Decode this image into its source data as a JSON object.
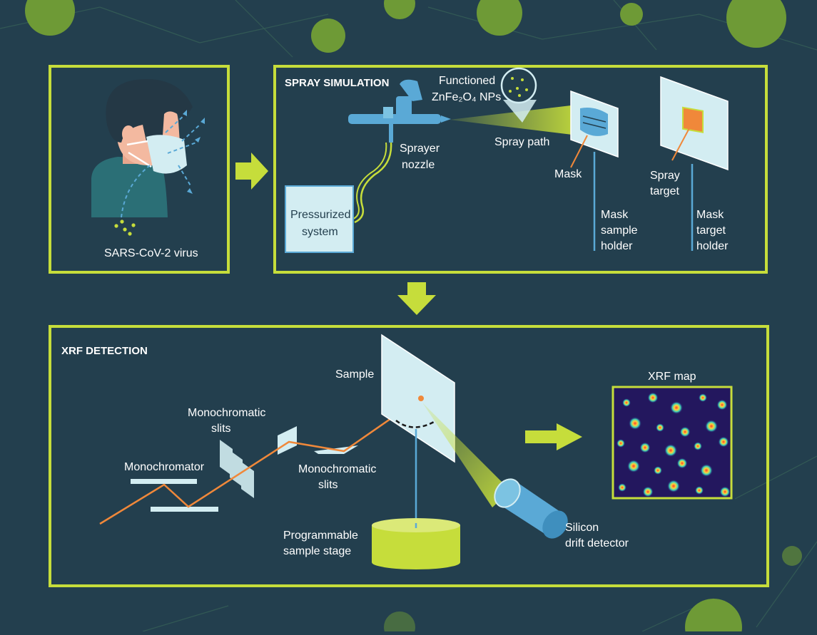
{
  "colors": {
    "background": "#233f4e",
    "frame": "#c6dd3b",
    "virus": "#8ab83c",
    "light_blue": "#d3edf2",
    "sky_blue": "#5aa9d6",
    "orange": "#f0883a",
    "skin": "#f3b9a0",
    "hair": "#243845",
    "shirt": "#2b6f76"
  },
  "panel_virus": {
    "label": "SARS-CoV-2 virus"
  },
  "panel_spray": {
    "title": "SPRAY SIMULATION",
    "nanoparticles": "Functioned",
    "nanoparticles_formula": "ZnFe₂O₄ NPs",
    "sprayer_nozzle": [
      "Sprayer",
      "nozzle"
    ],
    "spray_path": "Spray path",
    "mask": "Mask",
    "spray_target": [
      "Spray",
      "target"
    ],
    "pressurized": [
      "Pressurized",
      "system"
    ],
    "mask_holder": [
      "Mask",
      "sample",
      "holder"
    ],
    "target_holder": [
      "Mask",
      "target",
      "holder"
    ]
  },
  "panel_xrf": {
    "title": "XRF DETECTION",
    "sample": "Sample",
    "mono_slits_top": [
      "Monochromatic",
      "slits"
    ],
    "mono_slits_bottom": [
      "Monochromatic",
      "slits"
    ],
    "monochromator": "Monochromator",
    "stage": [
      "Programmable",
      "sample stage"
    ],
    "detector": [
      "Silicon",
      "drift detector"
    ],
    "xrf_map": "XRF map"
  },
  "icons": [
    "virus-icon",
    "arrow-right-icon",
    "arrow-down-icon",
    "airbrush-icon",
    "face-mask-icon",
    "magnifier-icon",
    "detector-icon"
  ]
}
